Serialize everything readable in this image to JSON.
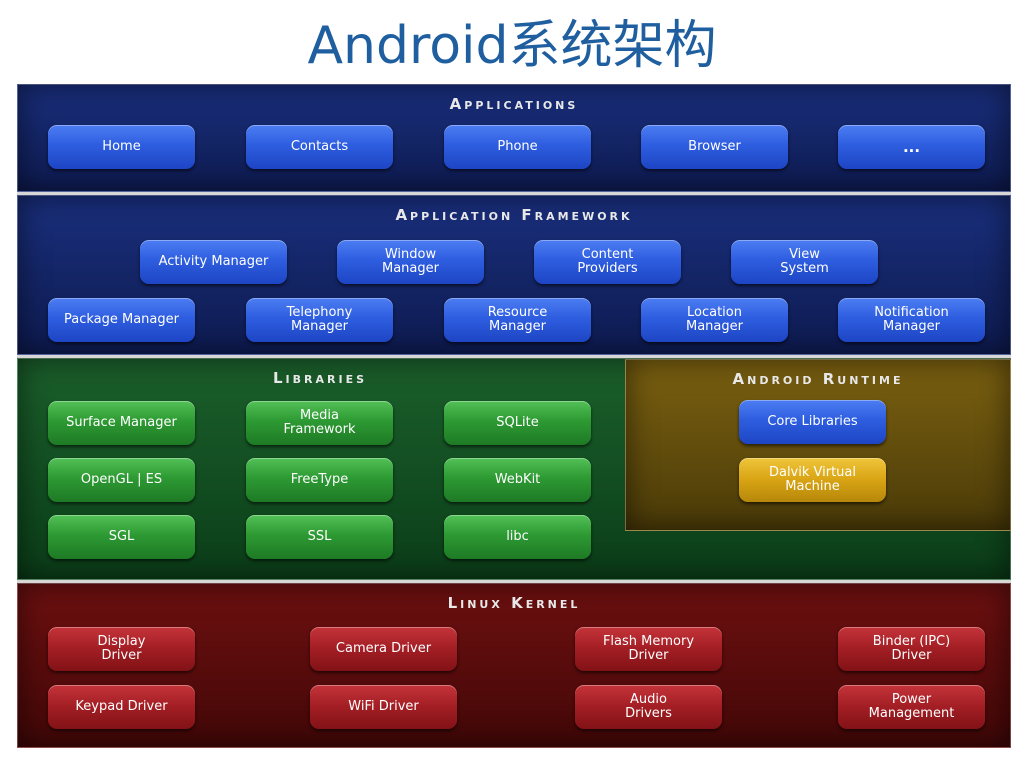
{
  "title": "Android系统架构",
  "applications": {
    "title": "Applications",
    "items": [
      "Home",
      "Contacts",
      "Phone",
      "Browser",
      "..."
    ]
  },
  "framework": {
    "title": "Application Framework",
    "row1": [
      "Activity Manager",
      "Window\nManager",
      "Content\nProviders",
      "View\nSystem"
    ],
    "row2": [
      "Package Manager",
      "Telephony\nManager",
      "Resource\nManager",
      "Location\nManager",
      "Notification\nManager"
    ]
  },
  "libraries": {
    "title": "Libraries",
    "items": [
      "Surface Manager",
      "Media\nFramework",
      "SQLite",
      "OpenGL | ES",
      "FreeType",
      "WebKit",
      "SGL",
      "SSL",
      "libc"
    ]
  },
  "runtime": {
    "title": "Android Runtime",
    "items": [
      "Core Libraries",
      "Dalvik Virtual\nMachine"
    ]
  },
  "kernel": {
    "title": "Linux Kernel",
    "items": [
      "Display\nDriver",
      "Camera Driver",
      "Flash Memory\nDriver",
      "Binder (IPC)\nDriver",
      "Keypad Driver",
      "WiFi Driver",
      "Audio\nDrivers",
      "Power\nManagement"
    ]
  },
  "colors": {
    "title": "#1f5fa0",
    "applications_bg": "#142566",
    "libraries_bg": "#124d21",
    "runtime_bg": "#5e4a0c",
    "kernel_bg": "#560b0b"
  }
}
